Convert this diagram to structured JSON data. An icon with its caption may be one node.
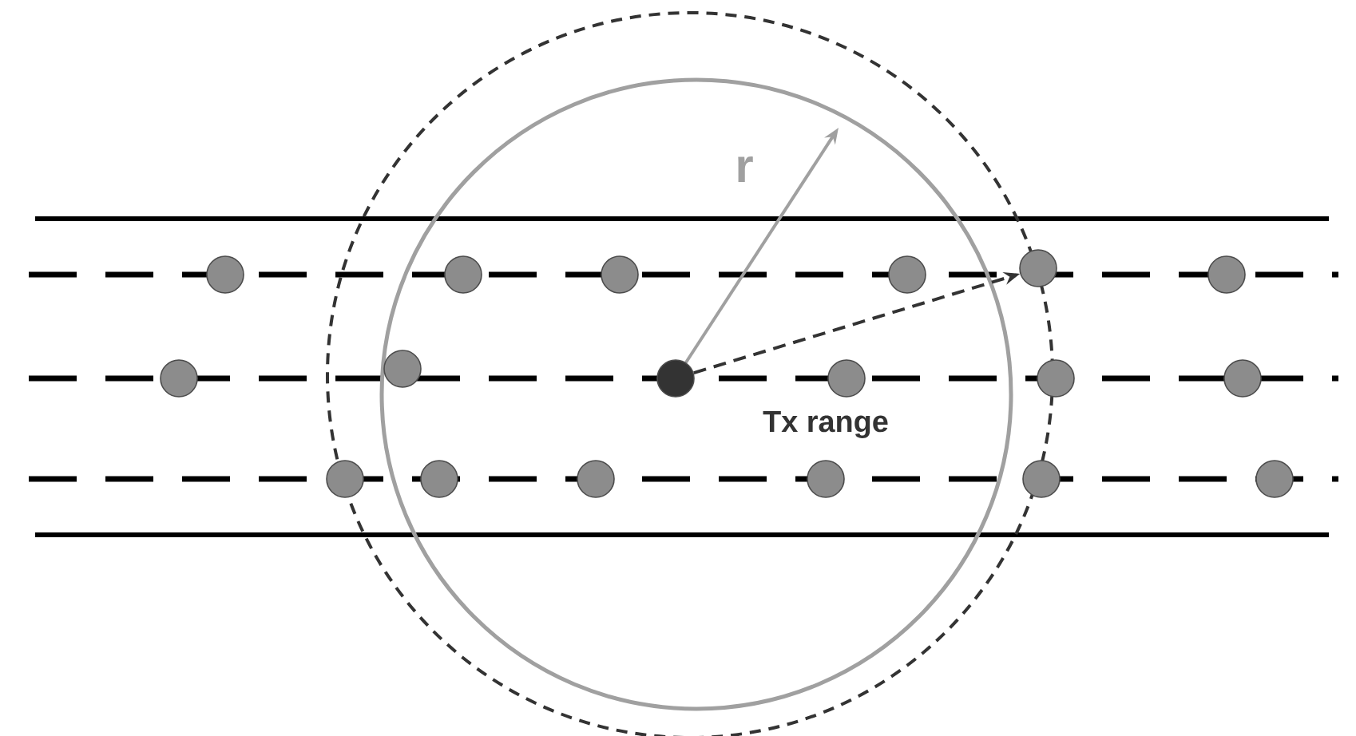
{
  "diagram": {
    "nodes": [
      {
        "text": [],
        "shape": "circle"
      },
      {
        "text": [],
        "shape": "circle"
      },
      {
        "text": [],
        "shape": "circle"
      },
      {
        "text": [],
        "shape": "circle"
      },
      {
        "text": [],
        "shape": "circle"
      },
      {
        "text": [],
        "shape": "circle"
      },
      {
        "text": [],
        "shape": "circle"
      },
      {
        "text": [],
        "shape": "circle"
      },
      {
        "text": [],
        "shape": "circle"
      },
      {
        "text": [],
        "shape": "circle"
      },
      {
        "text": [],
        "shape": "circle"
      },
      {
        "text": [],
        "shape": "circle"
      },
      {
        "text": [],
        "shape": "circle"
      },
      {
        "text": [],
        "shape": "circle"
      },
      {
        "text": [],
        "shape": "circle"
      },
      {
        "text": [],
        "shape": "circle"
      },
      {
        "text": [],
        "shape": "circle"
      },
      {
        "text": [],
        "shape": "circle"
      }
    ],
    "edges": [
      {
        "from": 8,
        "to": 4,
        "arrow": "to",
        "style": "dashed"
      }
    ],
    "labels": [
      "r",
      "Tx range"
    ]
  }
}
